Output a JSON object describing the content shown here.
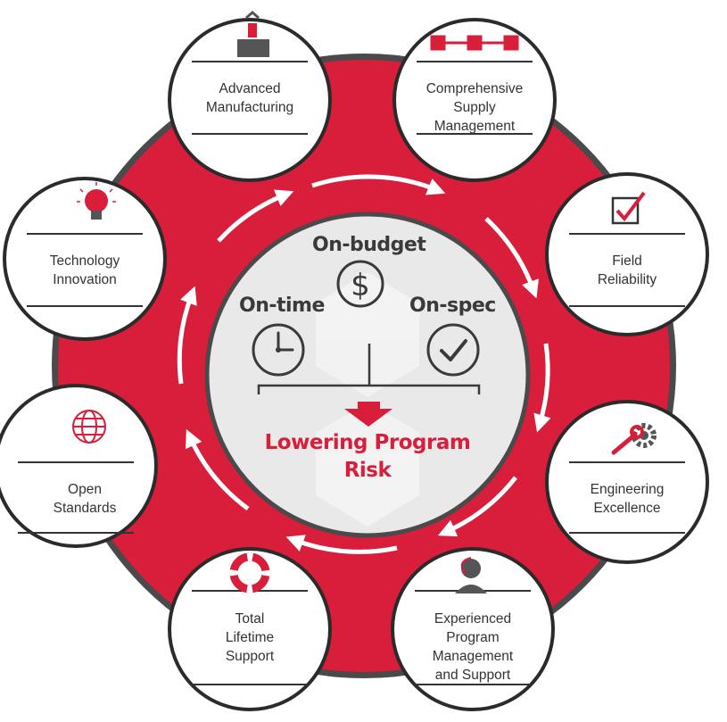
{
  "center": {
    "top_label": "On-budget",
    "left_label": "On-time",
    "right_label": "On-spec",
    "result_line1": "Lowering Program",
    "result_line2": "Risk"
  },
  "nodes": [
    {
      "id": "advanced-manufacturing",
      "line1": "Advanced",
      "line2": "Manufacturing",
      "line3": "",
      "icon": "robot-arm-icon"
    },
    {
      "id": "supply-management",
      "line1": "Comprehensive",
      "line2": "Supply Management",
      "line3": "",
      "icon": "supply-chain-icon"
    },
    {
      "id": "field-reliability",
      "line1": "Field",
      "line2": "Reliability",
      "line3": "",
      "icon": "checkbox-icon"
    },
    {
      "id": "engineering-excellence",
      "line1": "Engineering",
      "line2": "Excellence",
      "line3": "",
      "icon": "wrench-gear-icon"
    },
    {
      "id": "program-management",
      "line1": "Experienced",
      "line2": "Program Management",
      "line3": "and Support",
      "icon": "headset-person-icon"
    },
    {
      "id": "lifetime-support",
      "line1": "Total",
      "line2": "Lifetime",
      "line3": "Support",
      "icon": "lifebuoy-icon"
    },
    {
      "id": "open-standards",
      "line1": "Open",
      "line2": "Standards",
      "line3": "",
      "icon": "globe-icon"
    },
    {
      "id": "technology-innovation",
      "line1": "Technology",
      "line2": "Innovation",
      "line3": "",
      "icon": "lightbulb-icon"
    }
  ],
  "colors": {
    "accent": "#d81e3a",
    "ring_dark": "#4a4a4a",
    "text": "#333333",
    "node_border": "#2b2b2b"
  }
}
